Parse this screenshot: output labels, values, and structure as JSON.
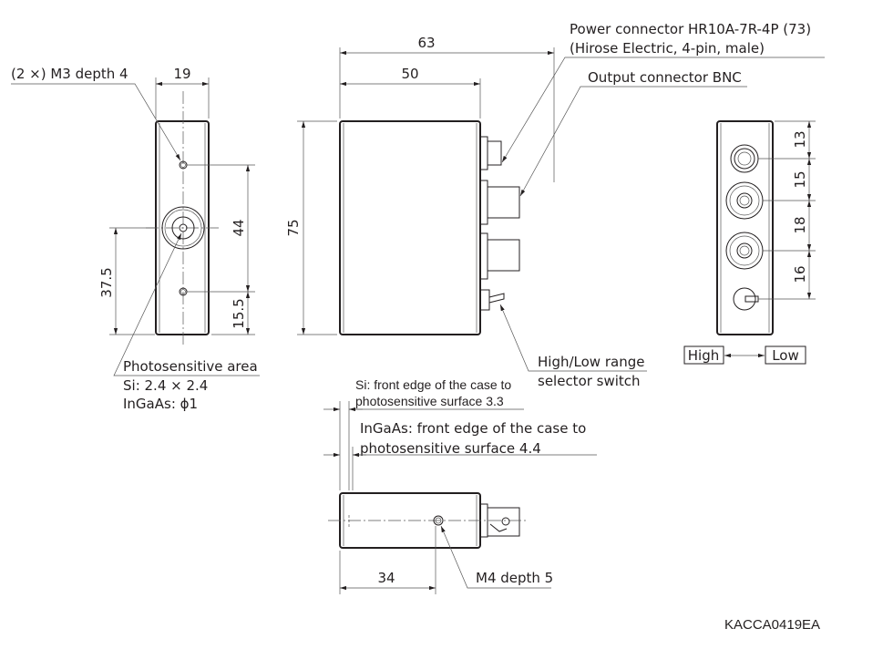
{
  "left_view": {
    "tap_note": "(2 ×) M3 depth 4",
    "dim_width": "19",
    "dim_hole_spacing": "44",
    "dim_hole_bottom": "15.5",
    "dim_center_height": "37.5",
    "photosensitive_label": "Photosensitive area",
    "si_size": "Si: 2.4 × 2.4",
    "ingaas_size": "InGaAs: ϕ1"
  },
  "side_view": {
    "dim_overall": "63",
    "dim_body": "50",
    "dim_height": "75",
    "power_connector_line1": "Power connector HR10A-7R-4P (73)",
    "power_connector_line2": "(Hirose Electric, 4-pin, male)",
    "output_connector": "Output connector BNC",
    "switch_line1": "High/Low range",
    "switch_line2": "selector switch"
  },
  "rear_view": {
    "dims": [
      "13",
      "15",
      "18",
      "16"
    ],
    "high_label": "High",
    "low_label": "Low"
  },
  "bottom_view": {
    "si_note_line1": "Si: front edge of the case to",
    "si_note_line2": "photosensitive surface 3.3",
    "ingaas_note_line1": "InGaAs: front edge of the case to",
    "ingaas_note_line2": "photosensitive surface 4.4",
    "dim_hole_offset": "34",
    "hole_note": "M4 depth 5"
  },
  "drawing_id": "KACCA0419EA"
}
